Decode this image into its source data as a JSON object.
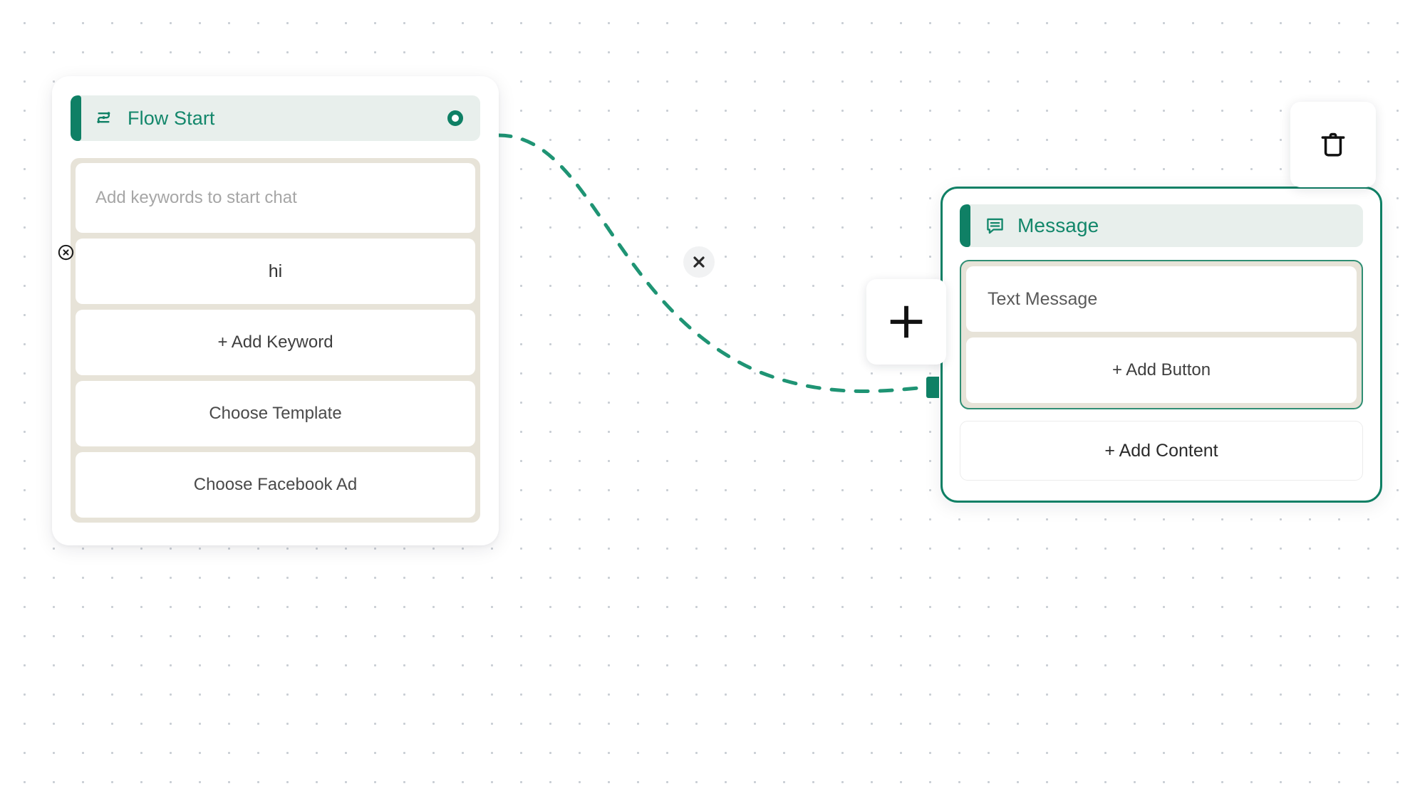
{
  "canvas": {
    "grid_dot_color": "#c9ced4",
    "background": "#ffffff"
  },
  "theme": {
    "accent_green": "#0f8065",
    "header_tint": "#e8efec",
    "row_backdrop": "#e7e3d8",
    "title_green": "#13876b"
  },
  "nodes": [
    {
      "id": "flow-start",
      "title": "Flow Start",
      "icon": "flow-start-icon",
      "selected": false,
      "output_port": "output-port",
      "rows": [
        {
          "name": "keywords-placeholder",
          "label": "Add keywords to start chat",
          "kind": "placeholder"
        },
        {
          "name": "keyword-item",
          "label": "hi",
          "kind": "keyword",
          "remove_icon": "remove-circle-icon"
        },
        {
          "name": "add-keyword-button",
          "label": "+ Add Keyword",
          "kind": "action"
        },
        {
          "name": "choose-template-button",
          "label": "Choose Template",
          "kind": "action"
        },
        {
          "name": "choose-facebook-ad-button",
          "label": "Choose Facebook Ad",
          "kind": "action"
        }
      ]
    },
    {
      "id": "message",
      "title": "Message",
      "icon": "message-icon",
      "selected": true,
      "group_rows": [
        {
          "name": "text-message-row",
          "label": "Text Message"
        },
        {
          "name": "add-button-row",
          "label": "+ Add Button"
        }
      ],
      "add_content": {
        "name": "add-content-button",
        "label": "+ Add Content"
      }
    }
  ],
  "edge": {
    "from": "flow-start",
    "to": "message",
    "style": "dashed",
    "color": "#1f9474",
    "delete_icon": "close-icon",
    "delete_label": "x"
  },
  "toolbar": {
    "delete_icon": "trash-icon",
    "delete_label": "Delete"
  },
  "add_node_handle": {
    "icon": "plus-icon",
    "label": "+"
  }
}
